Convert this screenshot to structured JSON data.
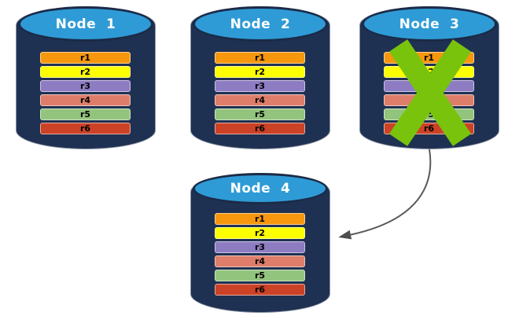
{
  "colors": {
    "background": "#FFFFFF",
    "cylinder_body": "#1F3152",
    "cylinder_top": "#2E9BD6",
    "title_text": "#FFFFFF",
    "bar_text": "#000000",
    "failure_x": "#79C30D",
    "arrow": "#595959"
  },
  "nodes": [
    {
      "name": "Node 1",
      "title": "Node  1",
      "failed": false,
      "replicas": [
        {
          "label": "r1",
          "color": "#F7970D"
        },
        {
          "label": "r2",
          "color": "#FDFE00"
        },
        {
          "label": "r3",
          "color": "#8E7CC3"
        },
        {
          "label": "r4",
          "color": "#DE7E6A"
        },
        {
          "label": "r5",
          "color": "#93C47D"
        },
        {
          "label": "r6",
          "color": "#CB4226"
        }
      ]
    },
    {
      "name": "Node 2",
      "title": "Node  2",
      "failed": false,
      "replicas": [
        {
          "label": "r1",
          "color": "#F7970D"
        },
        {
          "label": "r2",
          "color": "#FDFE00"
        },
        {
          "label": "r3",
          "color": "#8E7CC3"
        },
        {
          "label": "r4",
          "color": "#DE7E6A"
        },
        {
          "label": "r5",
          "color": "#93C47D"
        },
        {
          "label": "r6",
          "color": "#CB4226"
        }
      ]
    },
    {
      "name": "Node 3",
      "title": "Node  3",
      "failed": true,
      "replicas": [
        {
          "label": "r1",
          "color": "#F7970D"
        },
        {
          "label": "r2",
          "color": "#FDFE00"
        },
        {
          "label": "r3",
          "color": "#8E7CC3"
        },
        {
          "label": "r4",
          "color": "#DE7E6A"
        },
        {
          "label": "r5",
          "color": "#93C47D"
        },
        {
          "label": "r6",
          "color": "#CB4226"
        }
      ]
    },
    {
      "name": "Node 4",
      "title": "Node  4",
      "failed": false,
      "replicas": [
        {
          "label": "r1",
          "color": "#F7970D"
        },
        {
          "label": "r2",
          "color": "#FDFE00"
        },
        {
          "label": "r3",
          "color": "#8E7CC3"
        },
        {
          "label": "r4",
          "color": "#DE7E6A"
        },
        {
          "label": "r5",
          "color": "#93C47D"
        },
        {
          "label": "r6",
          "color": "#CB4226"
        }
      ]
    }
  ],
  "arrow": {
    "from": "Node 3",
    "to": "Node 4"
  }
}
